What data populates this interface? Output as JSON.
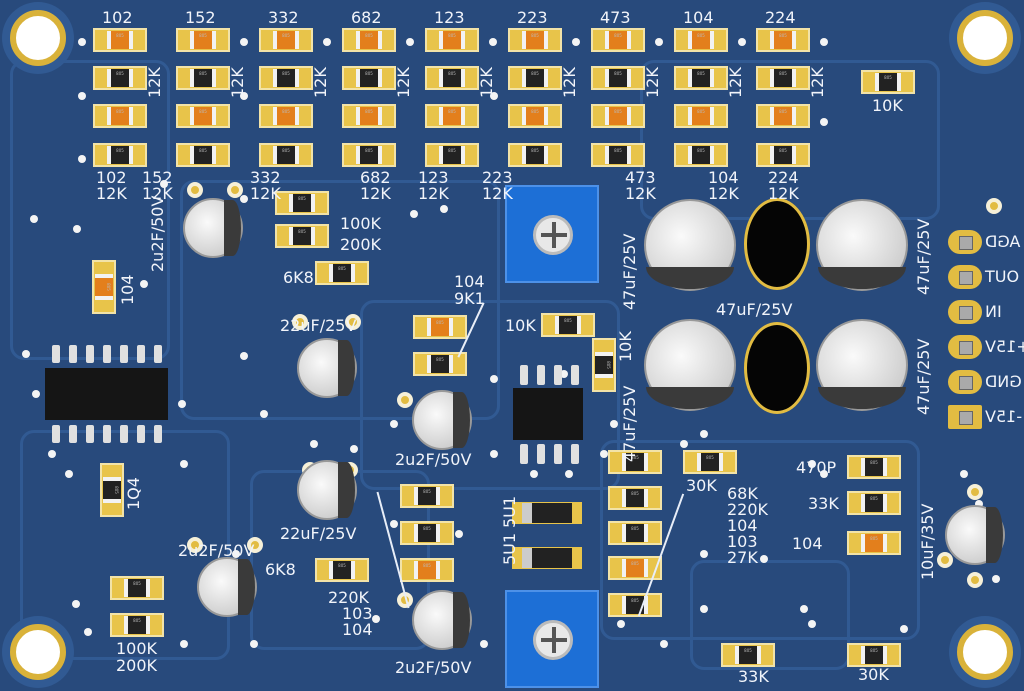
{
  "board": {
    "top_row_values": [
      "102",
      "152",
      "332",
      "682",
      "123",
      "223",
      "473",
      "104",
      "224"
    ],
    "row_resistor_value": "12K",
    "bottom_row_values": [
      "102",
      "152",
      "332",
      "682",
      "123",
      "223",
      "473",
      "104",
      "224"
    ],
    "smd_marking": "805",
    "labels": [
      "10K",
      "100K",
      "200K",
      "6K8",
      "104",
      "2u2F/50V",
      "104",
      "9K1",
      "22uF/25V",
      "10K",
      "10K",
      "47uF/25V",
      "47uF/25V",
      "47uF/25V",
      "47uF/25V",
      "47uF/25V",
      "2u2F/50V",
      "22uF/25V",
      "30K",
      "68K",
      "220K",
      "104",
      "103",
      "27K",
      "470P",
      "33K",
      "104",
      "10uF/35V",
      "5U1",
      "5U1",
      "2u2F/50V",
      "6K8",
      "220K",
      "103",
      "104",
      "100K",
      "200K",
      "2u2F/50V",
      "33K",
      "30K",
      "1Q4"
    ],
    "connector_pins": [
      "AGD",
      "OUT",
      "IN",
      "+15V",
      "GND",
      "-15V"
    ]
  },
  "colors": {
    "board": "#284a7c",
    "pad": "#e8c44a",
    "pot": "#1d6fd6"
  }
}
